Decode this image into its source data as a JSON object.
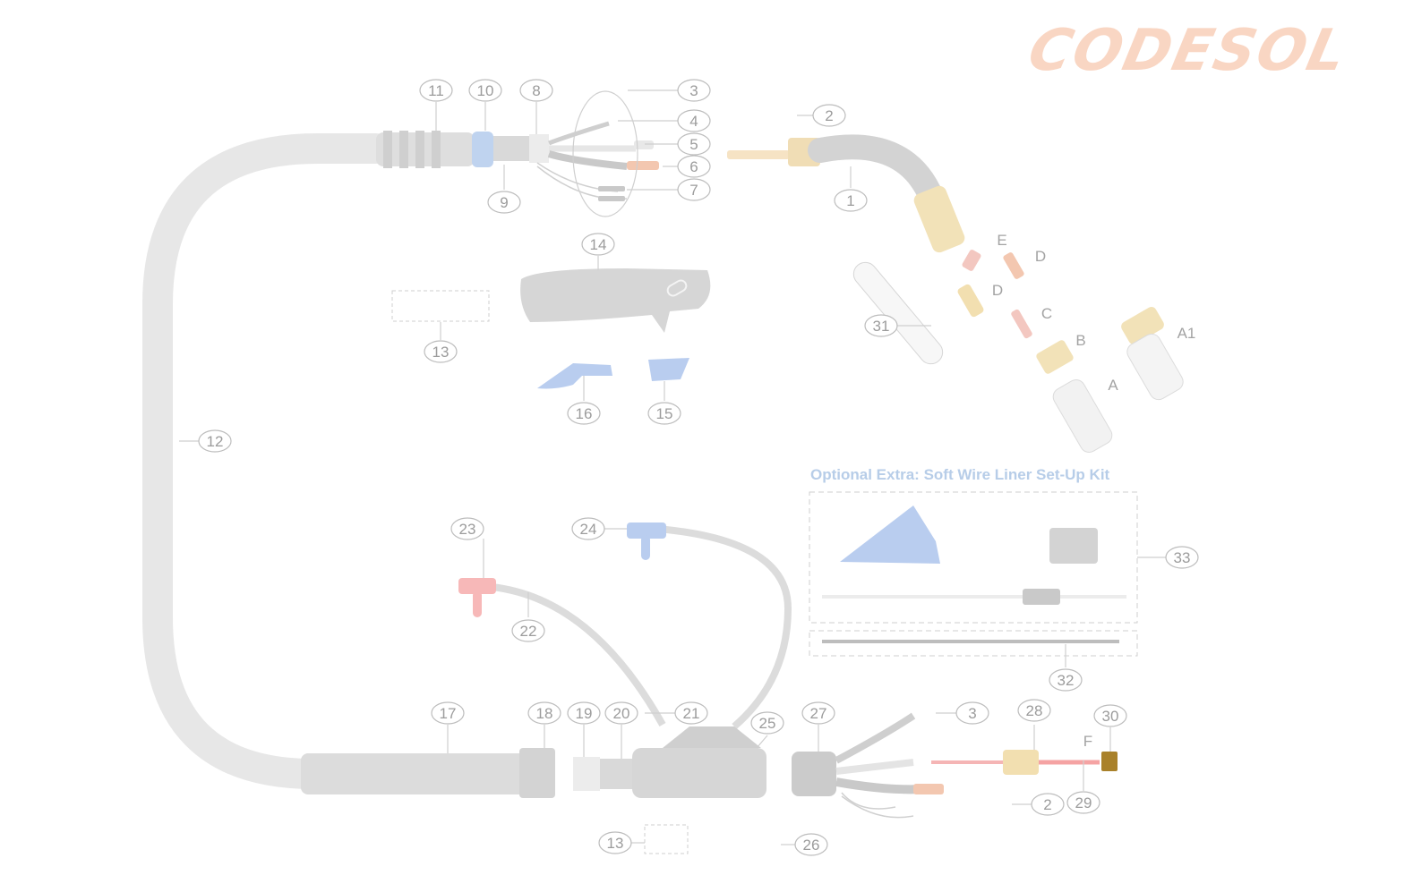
{
  "brand": {
    "name": "CODESOL"
  },
  "optional_kit": {
    "title": "Optional Extra: Soft Wire Liner Set-Up Kit"
  },
  "callouts": [
    "1",
    "2",
    "3",
    "4",
    "5",
    "6",
    "7",
    "8",
    "9",
    "10",
    "11",
    "12",
    "13",
    "14",
    "15",
    "16",
    "23",
    "24",
    "22",
    "31",
    "33",
    "32",
    "17",
    "18",
    "19",
    "20",
    "21",
    "25",
    "27",
    "3",
    "28",
    "30",
    "2",
    "29",
    "13",
    "26"
  ],
  "part_letters": [
    "E",
    "D",
    "D",
    "C",
    "B",
    "A",
    "A1",
    "F"
  ],
  "colors": {
    "background": "#ffffff",
    "brand": "#f9d6c3",
    "optional_title": "#b7cde8",
    "cable_gray": "#e6e6e6",
    "callout_stroke": "#bdbdbd",
    "accent_blue": "#a8c4ec",
    "accent_red": "#f5a3a3",
    "brass": "#f2dfb0",
    "copper": "#f3c7b0"
  }
}
